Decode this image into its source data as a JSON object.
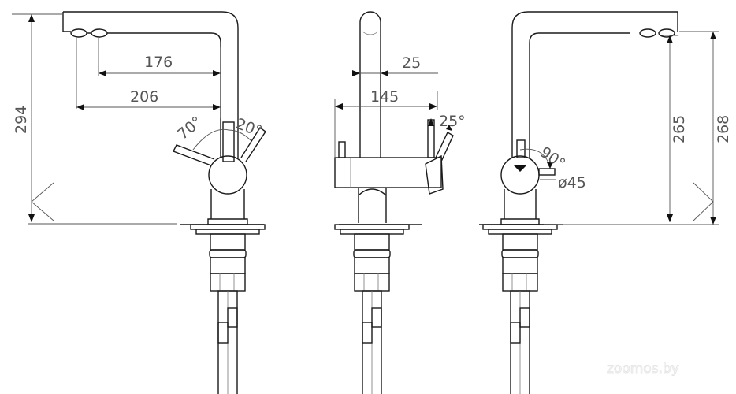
{
  "title": "Faucet dimension drawing",
  "views": {
    "side_left": {
      "dims": {
        "height": "294",
        "reach_inner": "176",
        "reach_outer": "206",
        "angle_left": "70°",
        "angle_right": "20°"
      }
    },
    "front": {
      "dims": {
        "spout_diameter": "25",
        "body_width": "145",
        "handle_angle": "25°"
      }
    },
    "side_right": {
      "dims": {
        "spout_height": "265",
        "total_height": "268",
        "rotation": "90°",
        "body_diameter": "ø45"
      }
    }
  },
  "watermark": "zoomos.by",
  "colors": {
    "line": "#1a1a1a",
    "dimension": "#555555"
  }
}
